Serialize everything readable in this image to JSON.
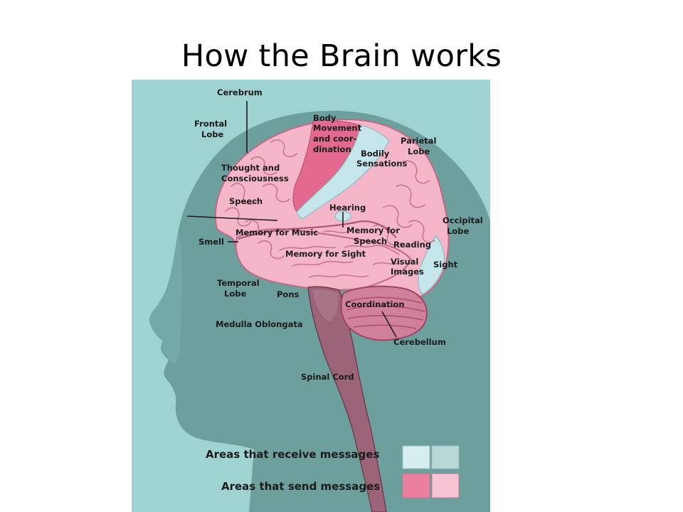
{
  "title": "How the Brain works",
  "colors": {
    "panel_background": "#9fd3d1",
    "head_silhouette": "#6d9f9d",
    "brain_pink": "#f4b6c8",
    "brain_outline": "#c06a88",
    "motor_strip": "#e4698f",
    "sensory_strip": "#c4e6ea",
    "brainstem": "#9c6478"
  },
  "labels": {
    "cerebrum": "Cerebrum",
    "frontal_lobe_1": "Frontal",
    "frontal_lobe_2": "Lobe",
    "body_movement_1": "Body",
    "body_movement_2": "Movement",
    "body_movement_3": "and coor-",
    "body_movement_4": "dination",
    "parietal_lobe_1": "Parietal",
    "parietal_lobe_2": "Lobe",
    "bodily_sensations_1": "Bodily",
    "bodily_sensations_2": "Sensations",
    "thought_1": "Thought and",
    "thought_2": "Consciousness",
    "speech": "Speech",
    "hearing": "Hearing",
    "occipital_lobe_1": "Occipital",
    "occipital_lobe_2": "Lobe",
    "memory_music": "Memory for Music",
    "memory_speech_1": "Memory for",
    "memory_speech_2": "Speech",
    "smell": "Smell",
    "reading": "Reading",
    "memory_sight": "Memory for Sight",
    "visual_images_1": "Visual",
    "visual_images_2": "Images",
    "sight": "Sight",
    "temporal_lobe_1": "Temporal",
    "temporal_lobe_2": "Lobe",
    "pons": "Pons",
    "coordination": "Coordination",
    "medulla": "Medulla Oblongata",
    "cerebellum": "Cerebellum",
    "spinal_cord": "Spinal Cord"
  },
  "legend": {
    "receive_label": "Areas that receive messages",
    "send_label": "Areas that send messages",
    "receive_colors": [
      "#d6eeef",
      "#b8d7d6"
    ],
    "send_colors": [
      "#ea7f9f",
      "#f6c4d2"
    ]
  }
}
